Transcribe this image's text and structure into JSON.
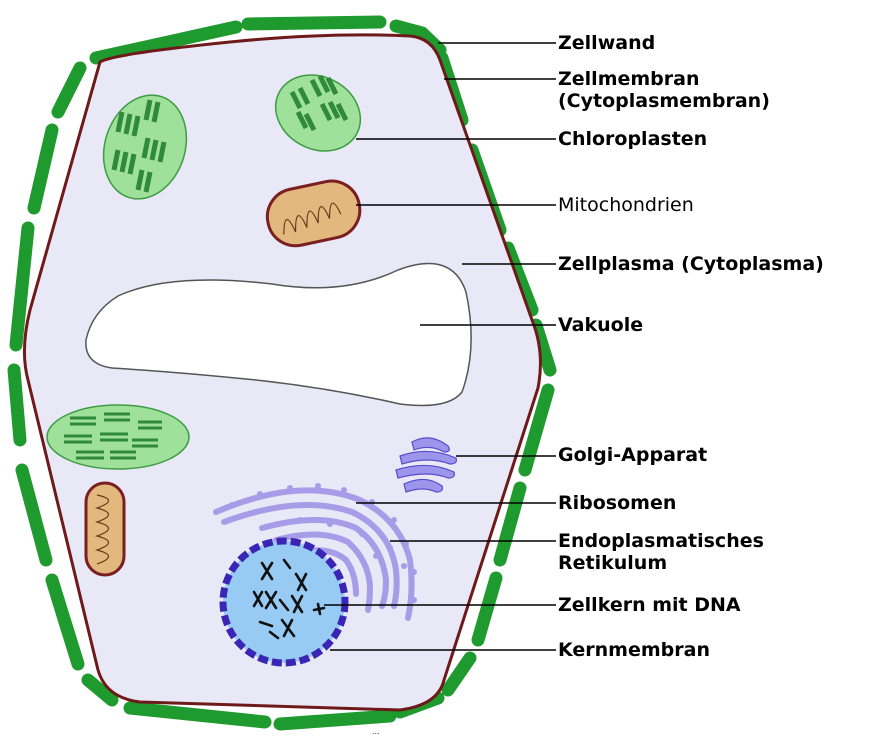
{
  "labels": {
    "zellwand": "Zellwand",
    "zellmembran_1": "Zellmembran",
    "zellmembran_2": "(Cytoplasmembran)",
    "chloroplasten": "Chloroplasten",
    "mitochondrien": "Mitochondrien",
    "zellplasma": "Zellplasma (Cytoplasma)",
    "vakuole": "Vakuole",
    "golgi": "Golgi-Apparat",
    "ribosomen": "Ribosomen",
    "er_1": "Endoplasmatisches",
    "er_2": "Retikulum",
    "zellkern": "Zellkern mit DNA",
    "kernmembran": "Kernmembran"
  },
  "credit": "...",
  "colors": {
    "cell_wall": "#1e9a2e",
    "cell_membrane": "#6e1a1a",
    "cytoplasm": "#e8e8f6",
    "chloroplast_fill": "#9fe09a",
    "chloroplast_stroke": "#3d9c44",
    "thylakoid": "#2f8a3a",
    "mitochondrion_fill": "#e2b87e",
    "mitochondrion_stroke": "#7a1f1f",
    "golgi": "#9b95ec",
    "er": "#a89ce8",
    "nucleus_fill": "#98cbf3",
    "nuclear_membrane": "#3a25b4"
  }
}
